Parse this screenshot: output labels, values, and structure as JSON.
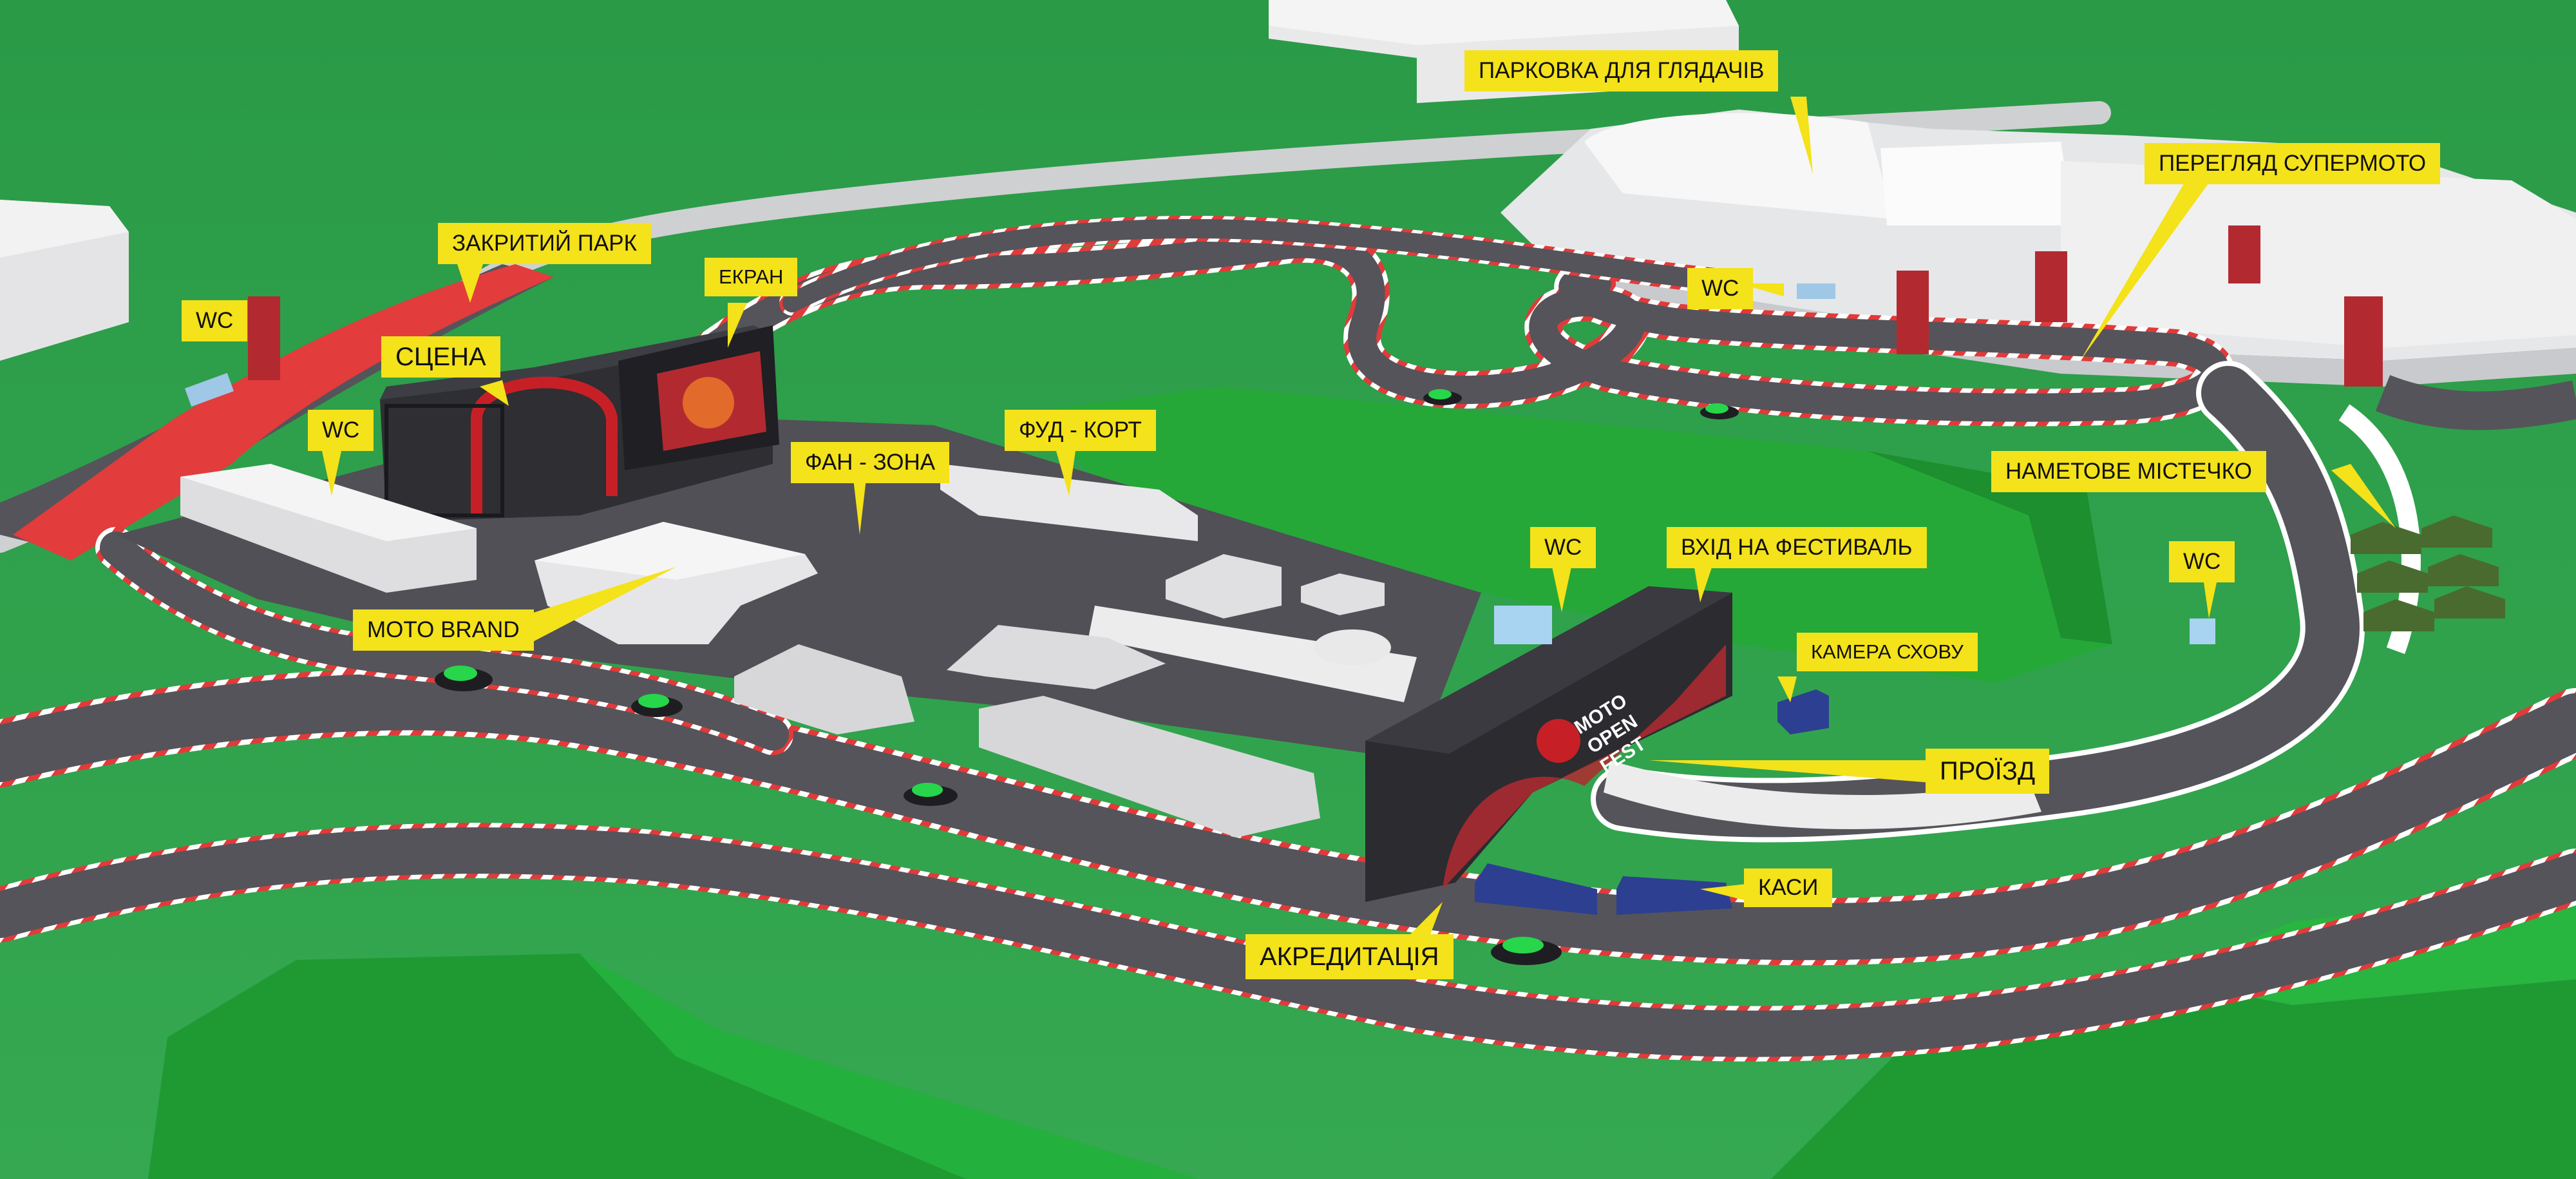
{
  "labels": {
    "spectator_parking": "ПАРКОВКА ДЛЯ ГЛЯДАЧІВ",
    "supermoto_view": "ПЕРЕГЛЯД СУПЕРМОТО",
    "closed_park": "ЗАКРИТИЙ ПАРК",
    "screen": "ЕКРАН",
    "stage": "СЦЕНА",
    "fan_zone": "ФАН - ЗОНА",
    "food_court": "ФУД - КОРТ",
    "tent_town": "НАМЕТОВЕ МІСТЕЧКО",
    "festival_entrance": "ВХІД НА ФЕСТИВАЛЬ",
    "storage_room": "КАМЕРА СХОВУ",
    "passage": "ПРОЇЗД",
    "ticket_offices": "КАСИ",
    "accreditation": "АКРЕДИТАЦІЯ",
    "moto_brand": "MOTO BRAND",
    "wc": "WC"
  },
  "gate_branding": {
    "line1": "MOTO",
    "line2": "OPEN",
    "line3": "FEST"
  },
  "colors": {
    "grass": "#2fa14c",
    "track": "#55545a",
    "kerb_red": "#e23a3a",
    "label_bg": "#f4e21a",
    "building": "#e9e9ea",
    "closed_park_red": "#e23c3c",
    "tent": "#4a6b30"
  }
}
